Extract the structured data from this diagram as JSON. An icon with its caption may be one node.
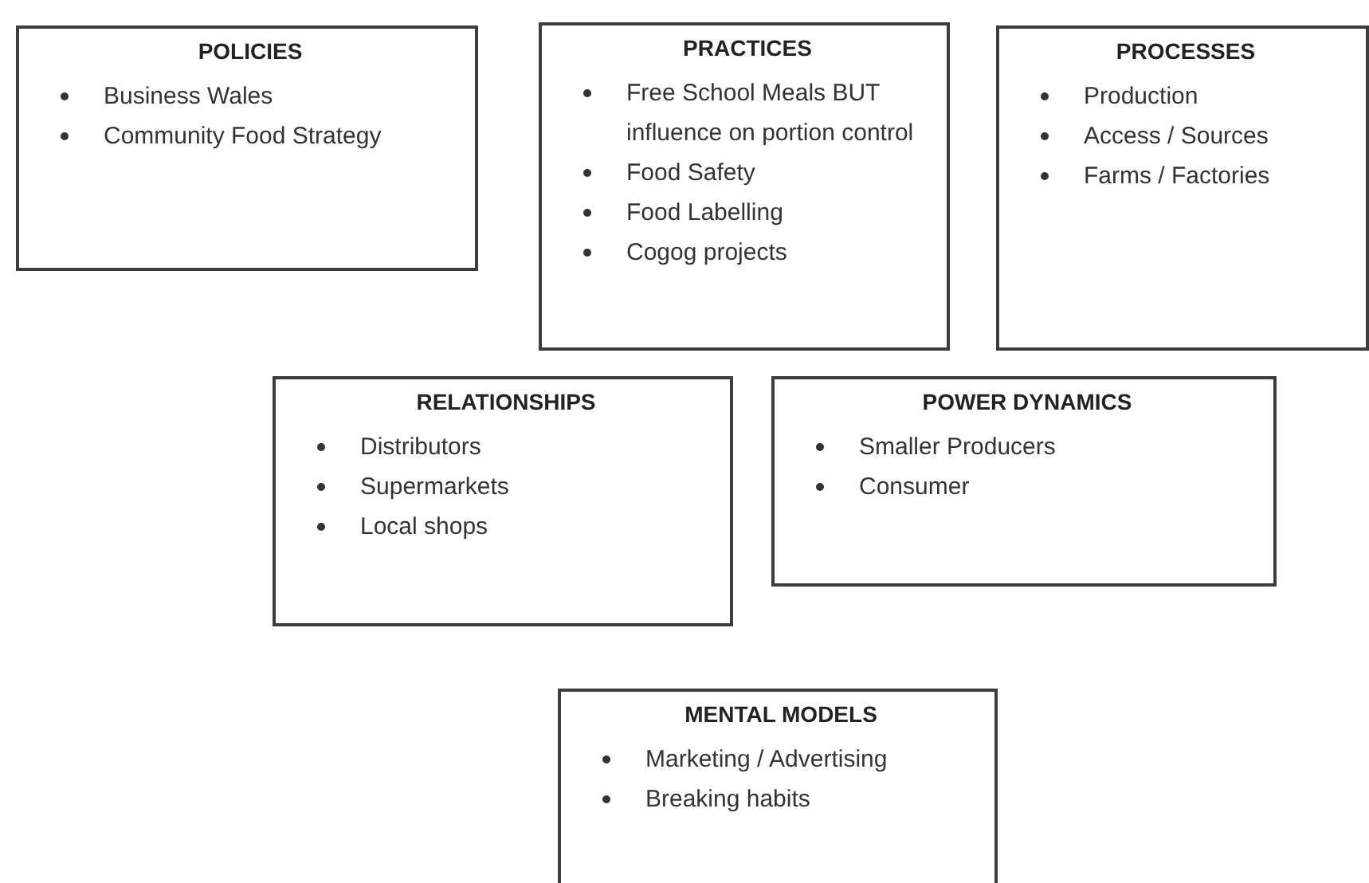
{
  "diagram": {
    "nodes": [
      {
        "text": [
          "POLICIES",
          "Business Wales",
          "Community Food Strategy"
        ]
      },
      {
        "text": [
          "PRACTICES",
          "Free School Meals BUT influence on portion control",
          "Food Safety",
          "Food Labelling",
          "Cogog projects"
        ]
      },
      {
        "text": [
          "PROCESSES",
          "Production",
          "Access / Sources",
          "Farms / Factories"
        ]
      },
      {
        "text": [
          "RELATIONSHIPS",
          "Distributors",
          "Supermarkets",
          "Local shops"
        ]
      },
      {
        "text": [
          "POWER DYNAMICS",
          "Smaller Producers",
          "Consumer"
        ]
      },
      {
        "text": [
          "MENTAL MODELS",
          "Marketing / Advertising",
          "Breaking habits"
        ]
      }
    ]
  }
}
